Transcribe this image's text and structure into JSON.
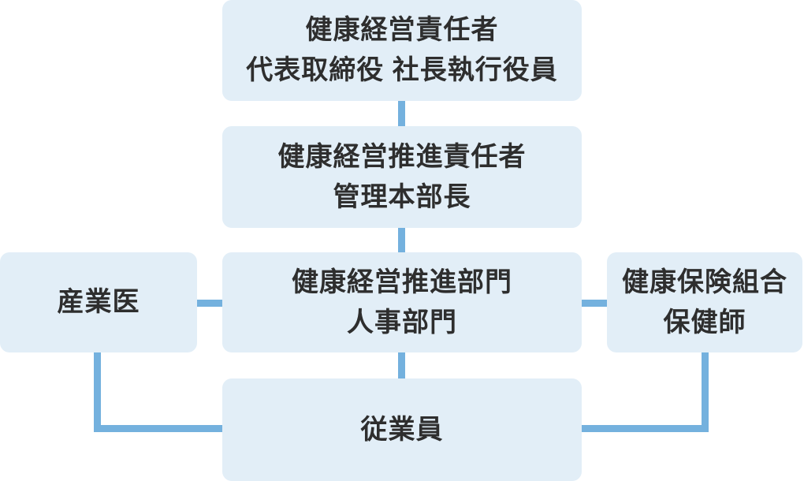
{
  "diagram": {
    "type": "org-chart",
    "colors": {
      "box_fill": "#e2eef7",
      "line": "#74b1de",
      "text": "#2e2e2e",
      "background": "#ffffff"
    },
    "nodes": [
      {
        "id": "health-management-officer",
        "lines": [
          "健康経営責任者",
          "代表取締役 社長執行役員"
        ]
      },
      {
        "id": "health-management-promotion-officer",
        "lines": [
          "健康経営推進責任者",
          "管理本部長"
        ]
      },
      {
        "id": "health-management-promotion-dept",
        "lines": [
          "健康経営推進部門",
          "人事部門"
        ]
      },
      {
        "id": "occupational-physician",
        "lines": [
          "産業医"
        ]
      },
      {
        "id": "health-insurance-association",
        "lines": [
          "健康保険組合",
          "保健師"
        ]
      },
      {
        "id": "employees",
        "lines": [
          "従業員"
        ]
      }
    ]
  }
}
